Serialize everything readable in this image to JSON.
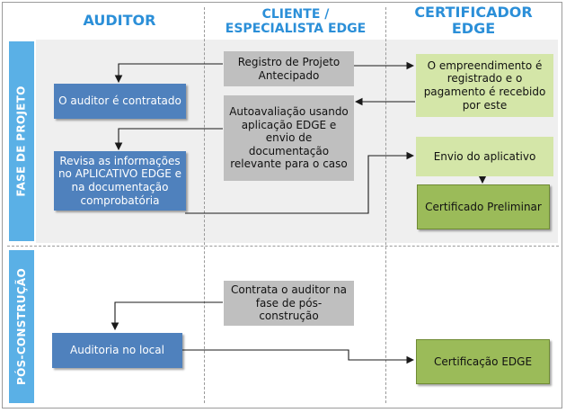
{
  "headers": {
    "auditor": "AUDITOR",
    "cliente_line1": "CLIENTE /",
    "cliente_line2": "ESPECIALISTA EDGE",
    "certificador_line1": "CERTIFICADOR",
    "certificador_line2": "EDGE"
  },
  "phases": {
    "design": "FASE DE PROJETO",
    "post": "PÓS-CONSTRUÇÃO"
  },
  "boxes": {
    "registro": "Registro de Projeto Antecipado",
    "empreendimento": "O empreendimento é registrado e o pagamento é recebido por este",
    "contratado": "O auditor é contratado",
    "autoavaliacao": "Autoavaliação usando aplicação EDGE e envio de documentação relevante para o caso",
    "revisa": "Revisa as informações no APLICATIVO EDGE e na documentação comprobatória",
    "envio": "Envio do aplicativo",
    "preliminar": "Certificado Preliminar",
    "contrata": "Contrata o auditor na fase de pós-construção",
    "auditoria": "Auditoria no local",
    "certificacao": "Certificação EDGE"
  },
  "colors": {
    "header_text": "#2b8fd8",
    "phase_label_bg": "#5ab0e6",
    "auditor_box": "#4f81bd",
    "client_box": "#bfbfbf",
    "certifier_light_box": "#d4e6a8",
    "certifier_dark_box": "#9bbb59",
    "phase_band": "#efefef"
  }
}
